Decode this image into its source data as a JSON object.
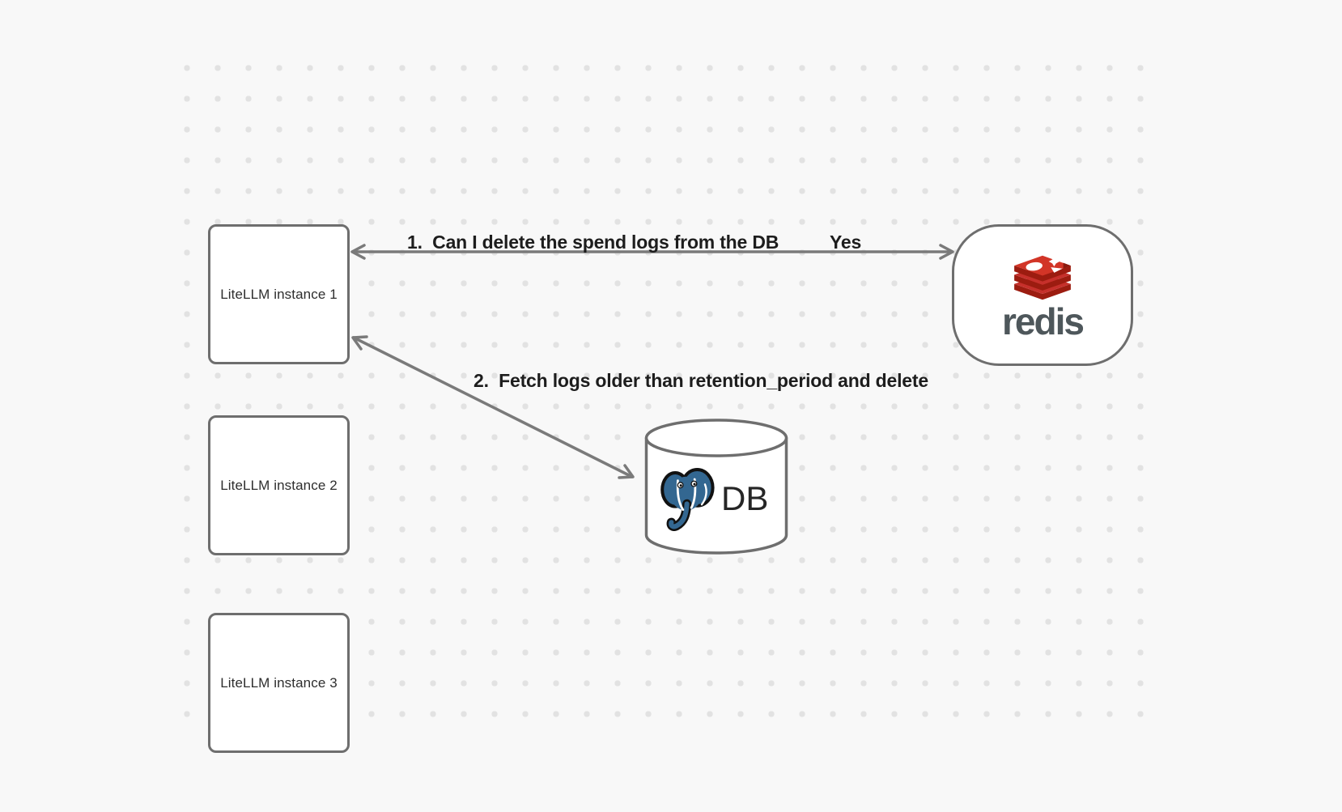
{
  "diagram": {
    "nodes": {
      "instances": [
        {
          "label": "LiteLLM instance 1"
        },
        {
          "label": "LiteLLM instance 2"
        },
        {
          "label": "LiteLLM instance 3"
        }
      ],
      "redis": {
        "label": "redis",
        "icon": "redis-logo"
      },
      "db": {
        "label": "DB",
        "icon": "postgresql-elephant-logo",
        "shape": "database-cylinder"
      }
    },
    "edges": [
      {
        "label": "1.  Can I delete the spend logs from the DB",
        "response": "Yes",
        "between": [
          "LiteLLM instance 1",
          "redis"
        ],
        "arrowheads": "both"
      },
      {
        "label": "2.  Fetch logs older than retention_period and delete",
        "between": [
          "LiteLLM instance 1",
          "DB"
        ],
        "arrowheads": "both"
      }
    ],
    "colors": {
      "background": "#f8f8f8",
      "grid_dot": "#e2e2e2",
      "node_border": "#6e6e6e",
      "arrow": "#7a7a7a",
      "edge_label_text": "#1d1d1d",
      "node_text": "#2e2e2e",
      "redis_red": "#c6302b",
      "redis_dark_red": "#9c1c10",
      "redis_wordmark_gray": "#4e575b",
      "postgres_blue": "#336791"
    }
  }
}
